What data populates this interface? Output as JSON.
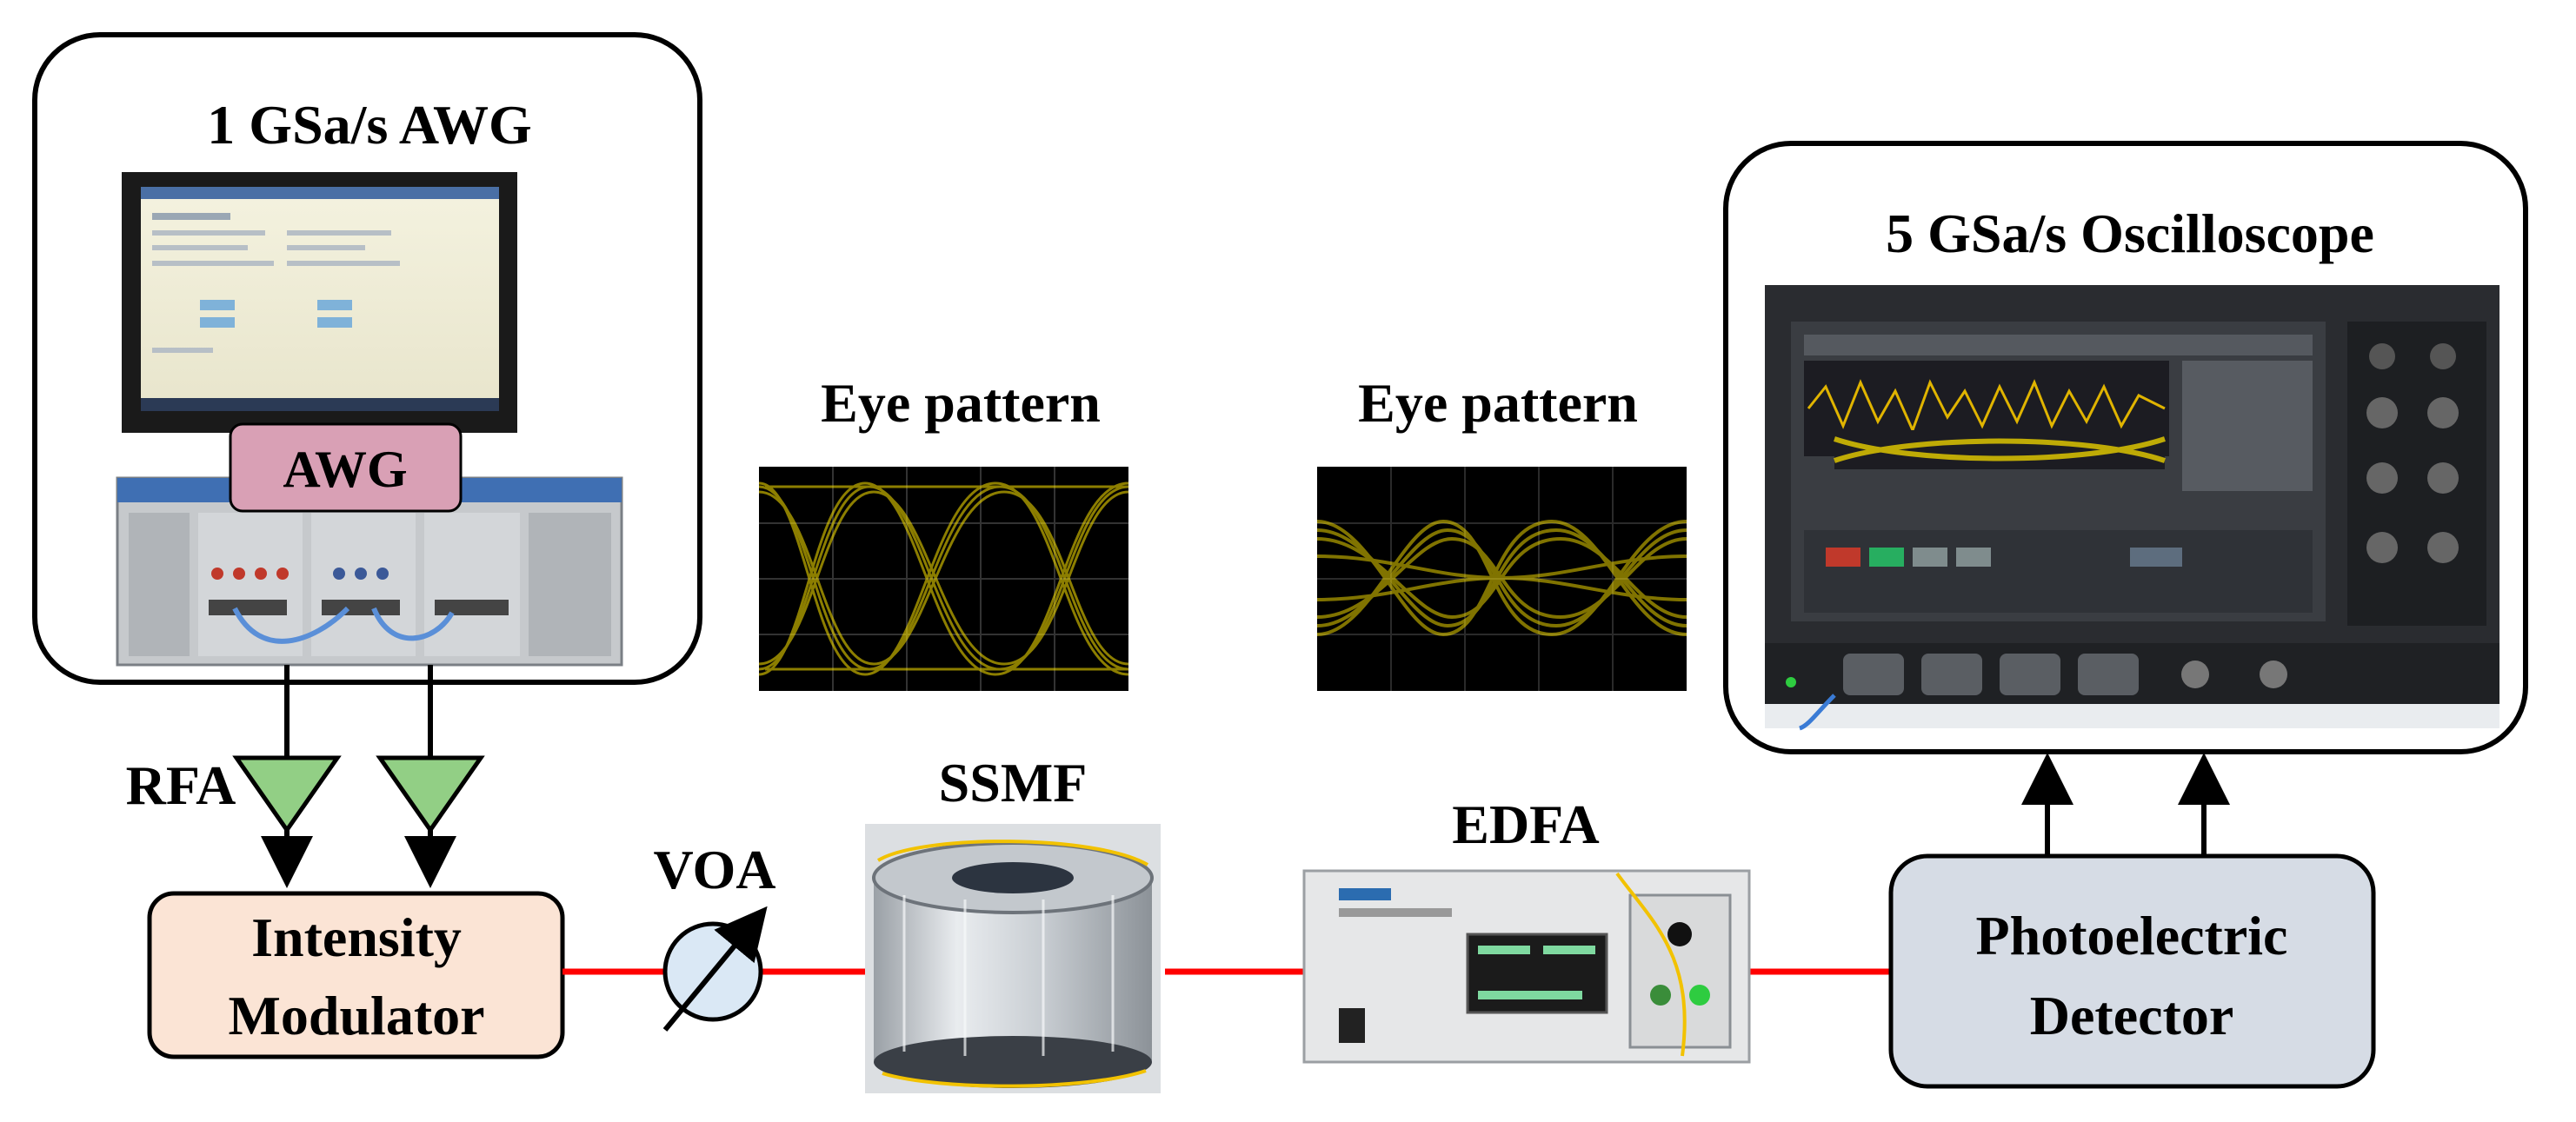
{
  "awg_box": {
    "title": "1 GSa/s AWG",
    "label": "AWG"
  },
  "oscilloscope_box": {
    "title": "5 GSa/s Oscilloscope"
  },
  "eye_pattern_1": {
    "label": "Eye pattern"
  },
  "eye_pattern_2": {
    "label": "Eye pattern"
  },
  "rfa": {
    "label": "RFA"
  },
  "modulator": {
    "line1": "Intensity",
    "line2": "Modulator"
  },
  "voa": {
    "label": "VOA"
  },
  "ssmf": {
    "label": "SSMF"
  },
  "edfa": {
    "label": "EDFA"
  },
  "detector": {
    "line1": "Photoelectric",
    "line2": "Detector"
  },
  "colors": {
    "optical_link": "#ff0000",
    "amplifier": "#92cf85",
    "modulator_fill": "#fbe4d5",
    "detector_fill": "#d6dce5",
    "awg_label_fill": "#d9a0b5",
    "voa_fill": "#dae8f5",
    "eye_trace": "#ffe600"
  }
}
